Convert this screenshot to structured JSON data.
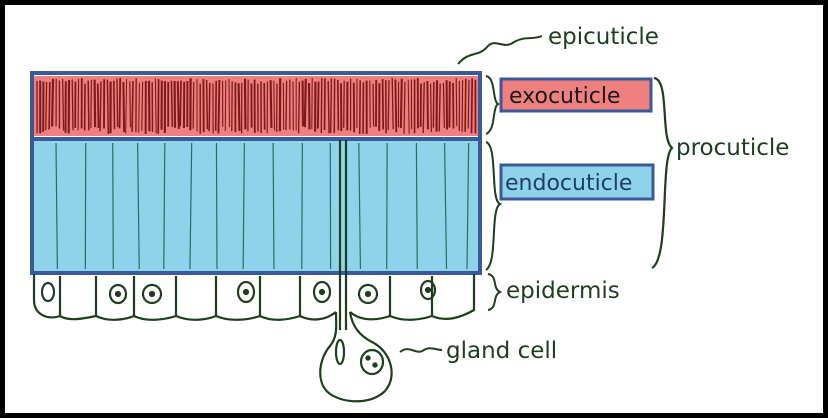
{
  "diagram": {
    "labels": {
      "epicuticle": "epicuticle",
      "exocuticle": "exocuticle",
      "procuticle": "procuticle",
      "endocuticle": "endocuticle",
      "epidermis": "epidermis",
      "gland_cell": "gland cell"
    },
    "colors": {
      "frame": "#000000",
      "exocuticle_fill": "#f08080",
      "endocuticle_fill": "#8fd3ea",
      "box_stroke": "#3b5998",
      "ink": "#1f3d1f",
      "exocuticle_stripes": "#7a1a1a",
      "endocuticle_lines": "#2e6b5e"
    }
  }
}
